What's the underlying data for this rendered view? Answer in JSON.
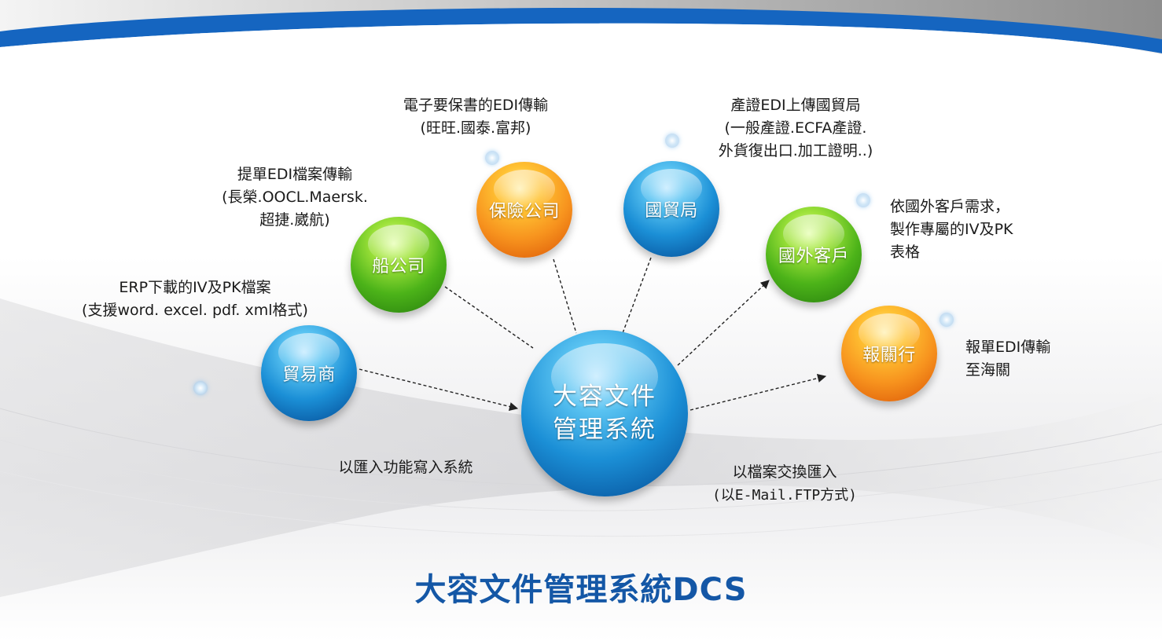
{
  "diagram": {
    "title": "大容文件管理系統DCS",
    "center": {
      "lines": [
        "大容文件",
        "管理系統"
      ]
    },
    "nodes": {
      "trader": {
        "label": "貿易商",
        "color": "blue"
      },
      "shipping": {
        "label": "船公司",
        "color": "green"
      },
      "insurance": {
        "label": "保險公司",
        "color": "orange"
      },
      "trade_bureau": {
        "label": "國貿局",
        "color": "blue"
      },
      "foreign_client": {
        "label": "國外客戶",
        "color": "green"
      },
      "broker": {
        "label": "報關行",
        "color": "orange"
      }
    },
    "annotations": {
      "trader": [
        "ERP下載的IV及PK檔案",
        "(支援word. excel. pdf. xml格式)"
      ],
      "shipping": [
        "提單EDI檔案傳輸",
        "(長榮.OOCL.Maersk.",
        "超捷.崴航)"
      ],
      "insurance": [
        "電子要保書的EDI傳輸",
        "(旺旺.國泰.富邦)"
      ],
      "trade_bureau": [
        "產證EDI上傳國貿局",
        "(一般產證.ECFA產證.",
        "外貨復出口.加工證明..)"
      ],
      "foreign_client": [
        "依國外客戶需求，",
        "製作專屬的IV及PK",
        "表格"
      ],
      "broker": [
        "報單EDI傳輸",
        "至海關"
      ],
      "import": [
        "以匯入功能寫入系統"
      ],
      "exchange": [
        "以檔案交換匯入",
        "(以E-Mail.FTP方式)"
      ]
    },
    "colors": {
      "title": "#1457a6",
      "banner_blue": "#1565c0",
      "arrow": "#222222"
    }
  }
}
